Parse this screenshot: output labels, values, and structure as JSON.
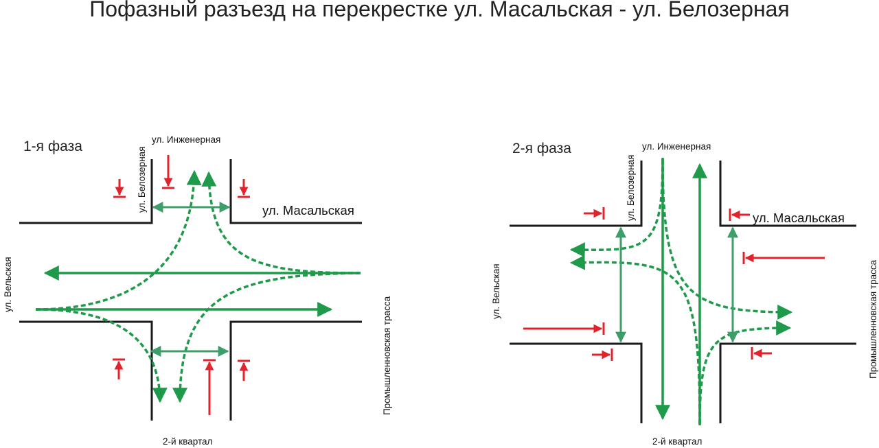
{
  "title": "Пофазный разъезд на перекрестке ул. Масальская - ул. Белозерная",
  "colors": {
    "flow_green": "#1e9a4a",
    "pedestrian_green": "#3e9e6a",
    "stop_red": "#e0232d",
    "curb": "#1a1a1a"
  },
  "phase1": {
    "label": "1-я фаза",
    "street_north": "ул. Инженерная",
    "street_belozernaya": "ул. Белозерная",
    "street_masalskaya": "ул. Масальская",
    "street_west": "ул. Вельская",
    "street_east": "Промышленновская трасса",
    "street_south": "2-й квартал"
  },
  "phase2": {
    "label": "2-я фаза",
    "street_north": "ул. Инженерная",
    "street_belozernaya": "ул. Белозерная",
    "street_masalskaya": "ул. Масальская",
    "street_west": "ул. Вельская",
    "street_east": "Промышленновская трасса",
    "street_south": "2-й квартал"
  }
}
